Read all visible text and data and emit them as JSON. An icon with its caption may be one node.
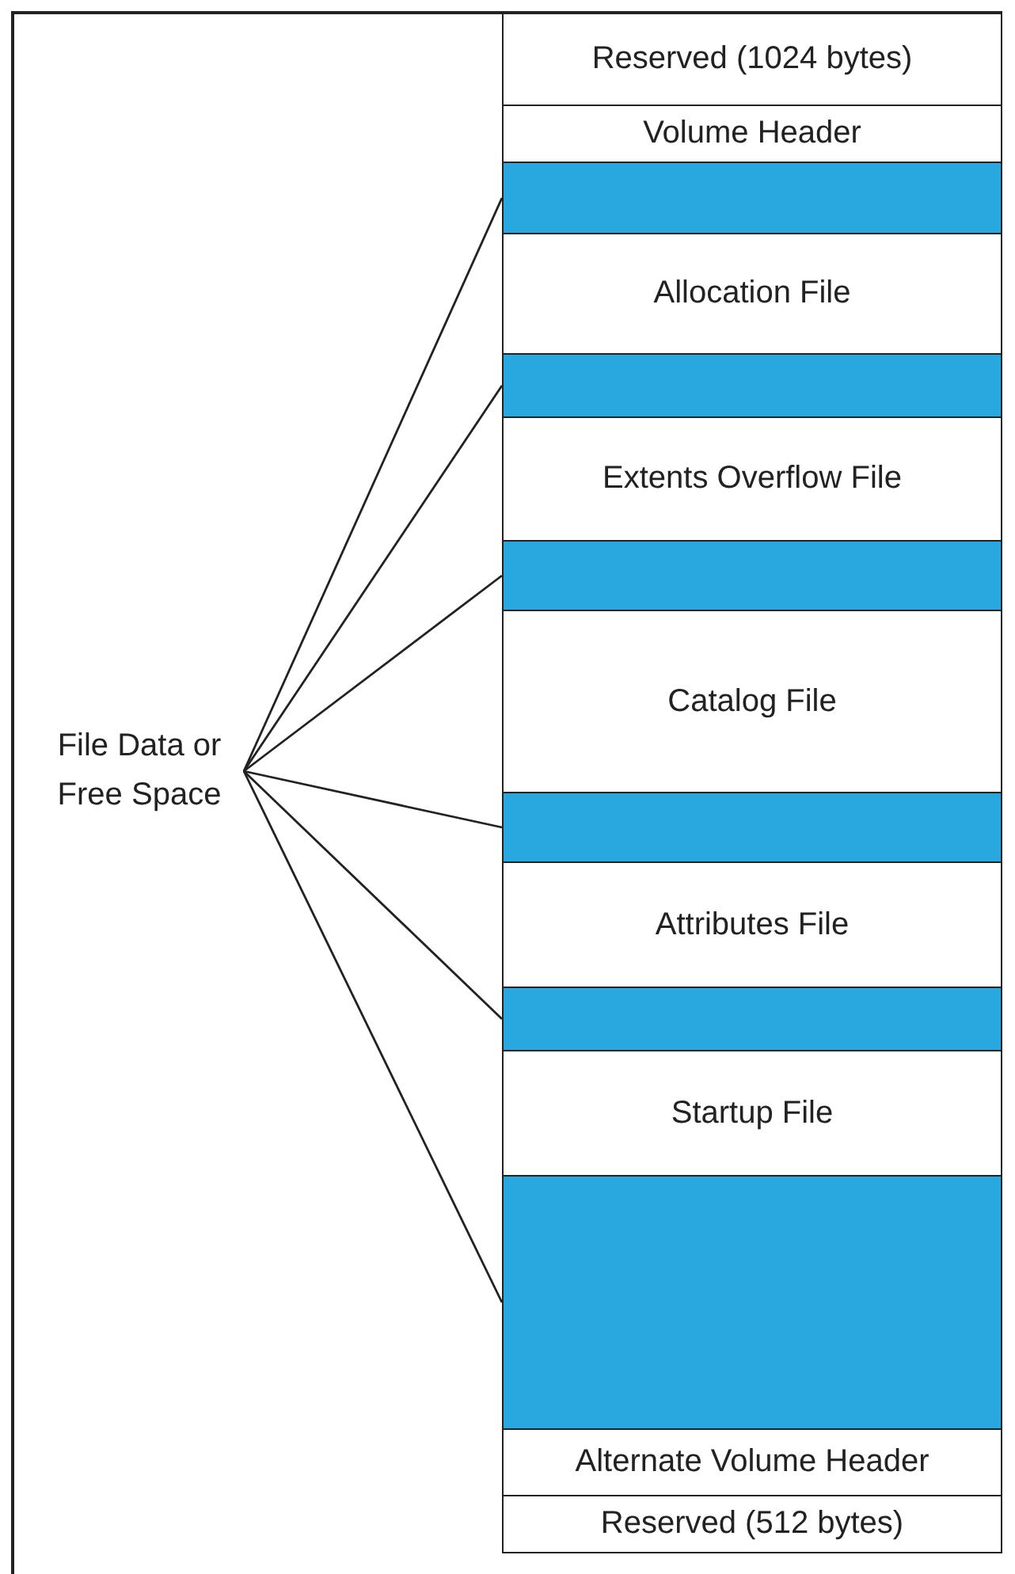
{
  "diagram": {
    "nodes": [
      {
        "text": [
          "File Data or Free Space"
        ]
      },
      {
        "text": [
          "Reserved (1024 bytes)"
        ]
      },
      {
        "text": [
          "Volume Header"
        ]
      },
      {
        "text": [],
        "shape": "bar"
      },
      {
        "text": [
          "Allocation File"
        ]
      },
      {
        "text": [],
        "shape": "bar"
      },
      {
        "text": [
          "Extents Overflow File"
        ]
      },
      {
        "text": [],
        "shape": "bar"
      },
      {
        "text": [
          "Catalog File"
        ]
      },
      {
        "text": [],
        "shape": "bar"
      },
      {
        "text": [
          "Attributes File"
        ]
      },
      {
        "text": [],
        "shape": "bar"
      },
      {
        "text": [
          "Startup File"
        ]
      },
      {
        "text": [],
        "shape": "bar"
      },
      {
        "text": [
          "Alternate Volume Header"
        ]
      },
      {
        "text": [
          "Reserved (512 bytes)"
        ]
      }
    ],
    "edges": [
      {
        "from": 0,
        "to": 3,
        "arrow": "none"
      },
      {
        "from": 0,
        "to": 5,
        "arrow": "none"
      },
      {
        "from": 0,
        "to": 7,
        "arrow": "none"
      },
      {
        "from": 0,
        "to": 9,
        "arrow": "none"
      },
      {
        "from": 0,
        "to": 11,
        "arrow": "none"
      },
      {
        "from": 0,
        "to": 13,
        "arrow": "none"
      }
    ]
  }
}
